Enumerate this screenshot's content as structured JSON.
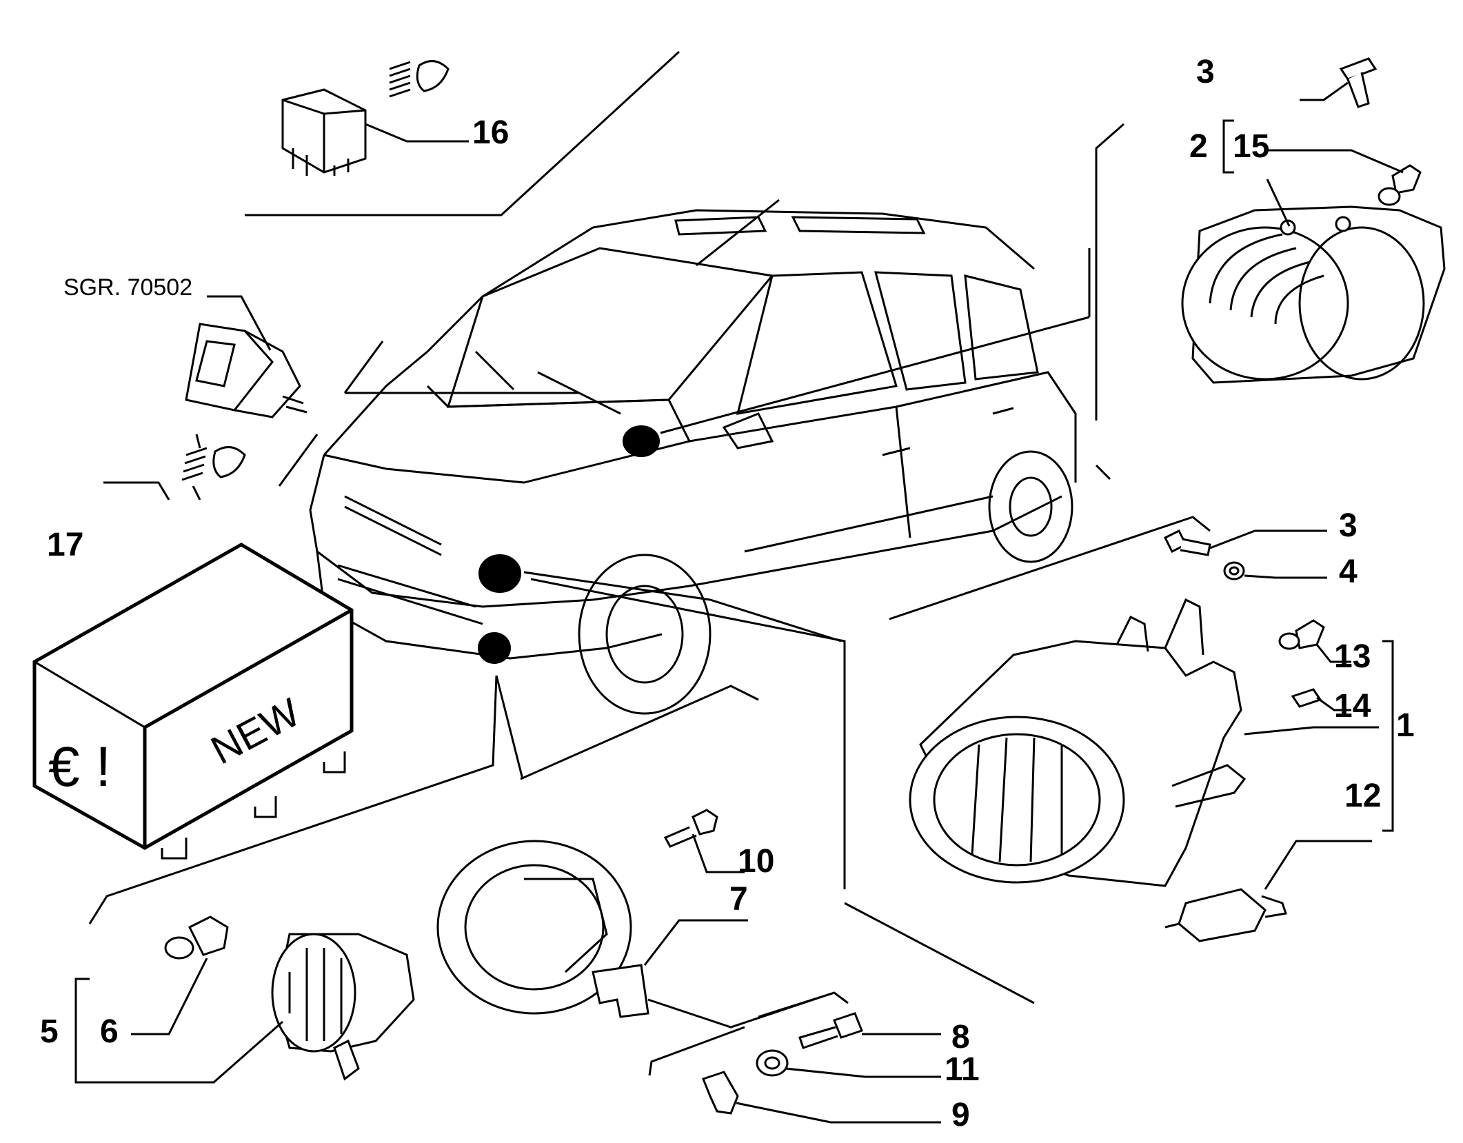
{
  "callouts": {
    "c1": "1",
    "c2": "2",
    "c3a": "3",
    "c3b": "3",
    "c4": "4",
    "c5": "5",
    "c6": "6",
    "c7": "7",
    "c8": "8",
    "c9": "9",
    "c10": "10",
    "c11": "11",
    "c12": "12",
    "c13": "13",
    "c14": "14",
    "c15": "15",
    "c16": "16",
    "c17": "17"
  },
  "sgr_code": "SGR. 70502",
  "kit_box": {
    "label": "NEW",
    "symbols": "€ !"
  },
  "icons": [
    "fog-light-icon",
    "headlight-leveling-icon"
  ]
}
